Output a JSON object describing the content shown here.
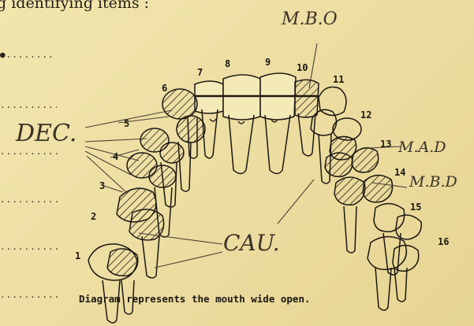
{
  "heading": "g identifying items :",
  "handwritten": {
    "dec": "DEC.",
    "mbo": "M.B.O",
    "mad": "M.A.D",
    "mbd": "M.B.D",
    "cau": "CAU."
  },
  "tooth_numbers": [
    "1",
    "2",
    "3",
    "4",
    "5",
    "6",
    "7",
    "8",
    "9",
    "10",
    "11",
    "12",
    "13",
    "14",
    "15",
    "16"
  ],
  "caption": "Diagram represents the mouth wide open.",
  "colors": {
    "paper": "#efe2a6",
    "ink": "#1f1a14",
    "pencil": "#3a3228"
  }
}
